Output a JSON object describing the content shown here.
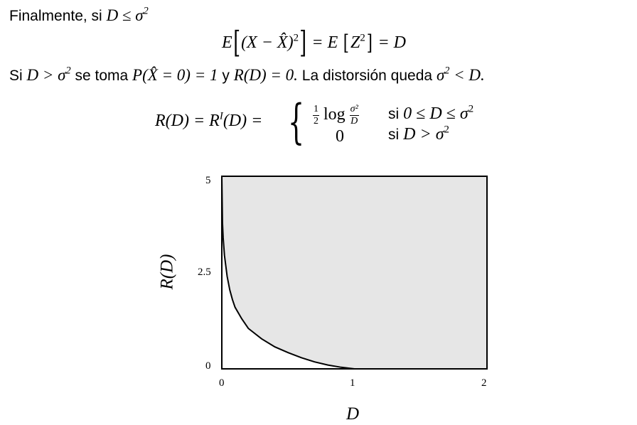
{
  "text": {
    "line1_prefix": "Finalmente, si",
    "line1_math": "D ≤ σ",
    "line1_sup": "2",
    "eq1_E1": "E",
    "eq1_inner": "(X − X̂)",
    "eq1_inner_sup": "2",
    "eq1_eq": "= E",
    "eq1_z": "Z",
    "eq1_z_sup": "2",
    "eq1_rhs": "= D",
    "line3_si": "Si",
    "line3_cond": "D > σ",
    "line3_cond_sup": "2",
    "line3_mid": "se toma",
    "line3_prob": "P(X̂ = 0) = 1",
    "line3_y": "y",
    "line3_rd": "R(D) = 0.",
    "line3_tail": "La distorsión queda",
    "line3_sig": "σ",
    "line3_sig_sup": "2",
    "line3_end": "< D.",
    "eq2_lhs": "R(D) = R",
    "eq2_lhs_sup": "I",
    "eq2_lhs2": "(D) =",
    "eq2_frac_num": "1",
    "eq2_frac_den": "2",
    "eq2_log": "log",
    "eq2_frac2_num": "σ²",
    "eq2_frac2_den": "D",
    "eq2_case1_si": "si",
    "eq2_case1_cond": "0 ≤ D ≤ σ",
    "eq2_case1_sup": "2",
    "eq2_case2_val": "0",
    "eq2_case2_si": "si",
    "eq2_case2_cond": "D > σ",
    "eq2_case2_sup": "2"
  },
  "chart_data": {
    "type": "area",
    "function": "R(D) = (1/2) log(σ²/D) for 0 ≤ D ≤ σ², 0 for D > σ² (σ² = 1)",
    "x": [
      0.005,
      0.01,
      0.02,
      0.04,
      0.06,
      0.08,
      0.1,
      0.15,
      0.2,
      0.3,
      0.4,
      0.5,
      0.6,
      0.7,
      0.8,
      0.9,
      1.0,
      2.0
    ],
    "y": [
      3.8,
      3.4,
      2.95,
      2.4,
      2.05,
      1.8,
      1.6,
      1.3,
      1.05,
      0.78,
      0.57,
      0.42,
      0.29,
      0.18,
      0.1,
      0.04,
      0.0,
      0.0
    ],
    "xlim": [
      0,
      2
    ],
    "ylim": [
      0,
      5
    ],
    "xticks": [
      "0",
      "1",
      "2"
    ],
    "yticks": [
      "0",
      "2.5",
      "5"
    ],
    "xlabel": "D",
    "ylabel": "R(D)",
    "fill_region": "above curve",
    "fill_color": "#e6e6e6",
    "line_color": "#000000",
    "grid": false
  }
}
